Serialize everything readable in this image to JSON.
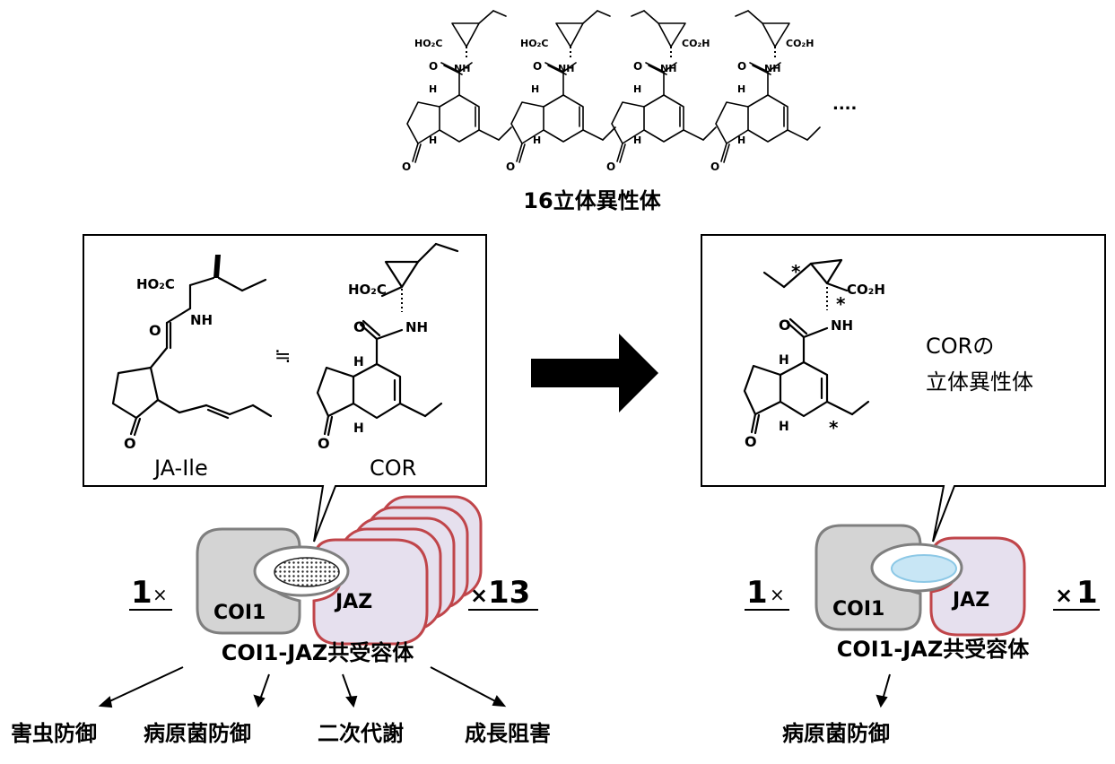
{
  "top": {
    "caption": "16立体異性体",
    "ellipsis": "....",
    "labels": {
      "ho2c": "HO₂C",
      "co2h": "CO₂H",
      "nh": "NH",
      "o": "O",
      "h": "H"
    }
  },
  "left_box": {
    "ja_ile_label": "JA-Ile",
    "cor_label": "COR",
    "approx_symbol": "≒",
    "ho2c": "HO₂C",
    "nh": "NH",
    "o": "O",
    "h": "H"
  },
  "right_box": {
    "label_line1": "CORの",
    "label_line2": "立体異性体",
    "co2h": "CO₂H",
    "nh": "NH",
    "o": "O",
    "h": "H",
    "star": "*"
  },
  "left_receptor": {
    "coi1": "COI1",
    "jaz": "JAZ",
    "mult_left_num": "1",
    "mult_left_sym": "×",
    "mult_right_sym": "×",
    "mult_right_num": "13",
    "caption": "COI1-JAZ共受容体",
    "outcomes": [
      "害虫防御",
      "病原菌防御",
      "二次代謝",
      "成長阻害"
    ]
  },
  "right_receptor": {
    "coi1": "COI1",
    "jaz": "JAZ",
    "mult_left_num": "1",
    "mult_left_sym": "×",
    "mult_right_sym": "×",
    "mult_right_num": "1",
    "caption": "COI1-JAZ共受容体",
    "outcome": "病原菌防御"
  },
  "colors": {
    "coi1_fill": "#d4d4d4",
    "coi1_stroke": "#7f7f7f",
    "jaz_fill": "#e6e0ee",
    "jaz_stroke": "#c0454a",
    "ligand_blue": "#c8e6f5",
    "ligand_blue_stroke": "#8cc8e6",
    "arrow": "#000000"
  }
}
